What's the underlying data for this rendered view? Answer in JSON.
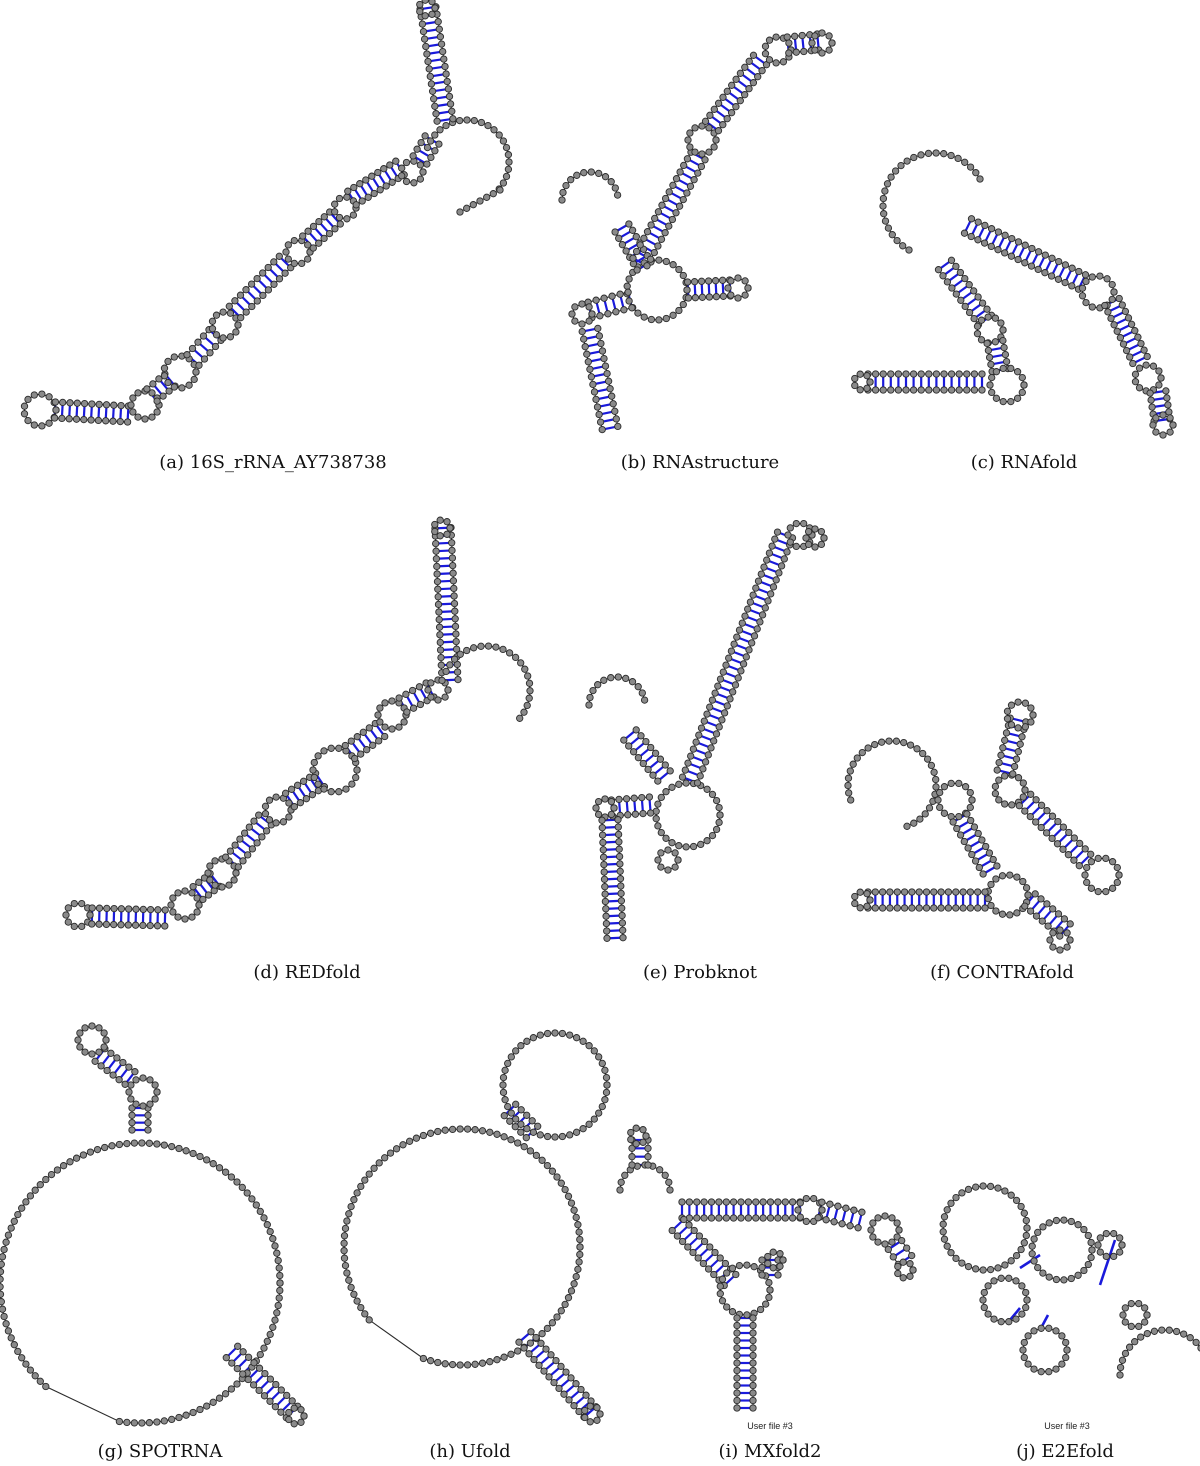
{
  "figure": {
    "panels": [
      {
        "id": "a",
        "caption": "(a) 16S_rRNA_AY738738"
      },
      {
        "id": "b",
        "caption": "(b) RNAstructure"
      },
      {
        "id": "c",
        "caption": "(c) RNAfold"
      },
      {
        "id": "d",
        "caption": "(d) REDfold"
      },
      {
        "id": "e",
        "caption": "(e) Probknot"
      },
      {
        "id": "f",
        "caption": "(f) CONTRAfold"
      },
      {
        "id": "g",
        "caption": "(g) SPOTRNA"
      },
      {
        "id": "h",
        "caption": "(h) Ufold"
      },
      {
        "id": "i",
        "caption": "(i) MXfold2",
        "watermark": "User file #3"
      },
      {
        "id": "j",
        "caption": "(j) E2Efold",
        "watermark": "User file #3"
      }
    ]
  },
  "colors": {
    "nucleotide_fill": "#8a8a8a",
    "nucleotide_stroke": "#2b2b2b",
    "backbone": "#2b2b2b",
    "base_pair": "#1a1adb"
  }
}
